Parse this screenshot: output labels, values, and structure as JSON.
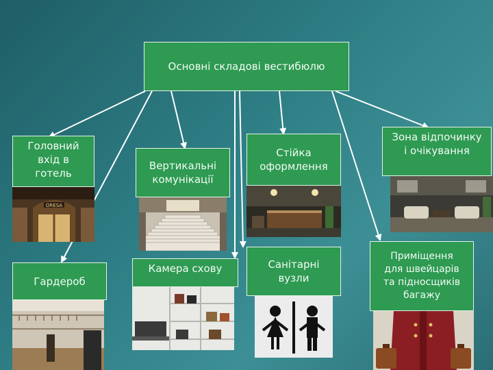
{
  "diagram": {
    "root": "Основні складові вестибюлю",
    "nodes": {
      "entrance": "Головний\nвхід в\nготель",
      "vertical": "Вертикальні\nкомунікації",
      "reception": "Стійка\nоформлення",
      "lounge": "Зона відпочинку\nі очікування",
      "wardrobe": "Гардероб",
      "storage": "Камера схову",
      "sanitary": "Санітарні\nвузли",
      "porters": "Приміщення\nдля швейцарів\nта підносщиків\nбагажу"
    },
    "photo_signs": {
      "entrance_sign": "ORESA"
    }
  },
  "colors": {
    "box_fill": "#2e9a52",
    "box_border": "#e6f3ea",
    "arrow": "#ffffff"
  }
}
